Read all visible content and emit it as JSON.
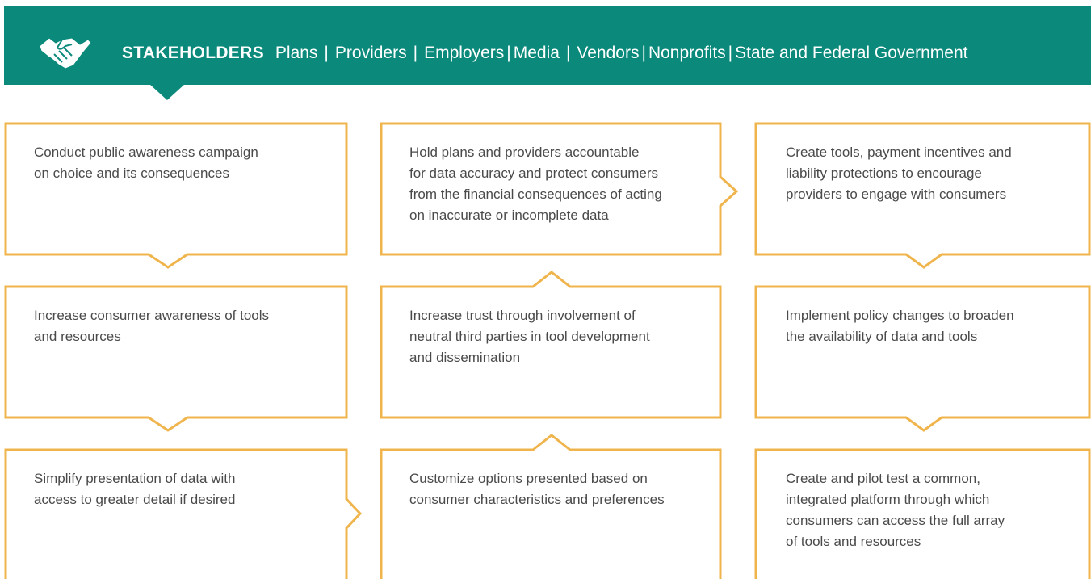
{
  "header": {
    "title": "STAKEHOLDERS",
    "items": [
      "Plans",
      "Providers",
      "Employers",
      "Media",
      "Vendors",
      "Nonprofits",
      "State and Federal Government"
    ],
    "accent": "#0b8a7c"
  },
  "icons": {
    "banner": "handshake-icon"
  },
  "colors": {
    "box_border": "#f0b44c",
    "text": "#4a4a4a"
  },
  "boxes": {
    "r1c1": "Conduct public awareness campaign\non choice and its consequences",
    "r1c2": "Hold plans and providers accountable\nfor data accuracy and protect consumers\nfrom the financial consequences of acting\non inaccurate or incomplete data",
    "r1c3": "Create tools, payment incentives and\nliability protections to encourage\nproviders to engage with consumers",
    "r2c1": "Increase consumer awareness of tools\nand resources",
    "r2c2": "Increase trust through involvement of\nneutral third parties in tool development\nand dissemination",
    "r2c3": "Implement policy changes to broaden\nthe availability of data and tools",
    "r3c1": "Simplify presentation of data with\naccess to greater detail if desired",
    "r3c2": "Customize options presented based on\nconsumer characteristics and preferences",
    "r3c3": "Create and pilot test a common,\nintegrated platform through which\nconsumers can access the full array\nof tools and resources"
  }
}
